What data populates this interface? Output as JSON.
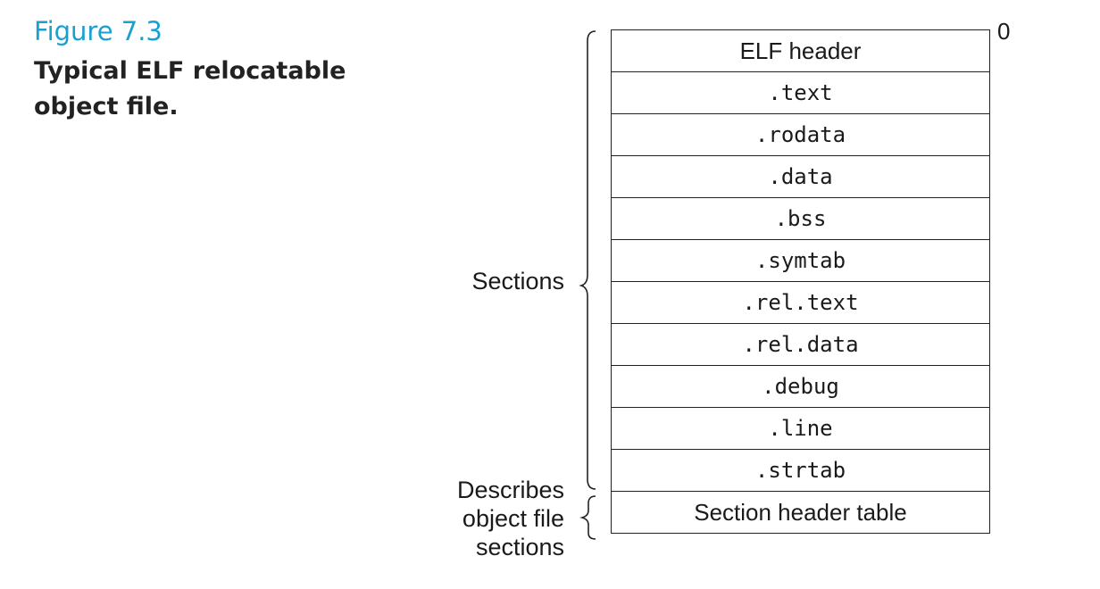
{
  "figure": {
    "label": "Figure 7.3",
    "caption_lines": [
      "Typical ELF relocatable",
      "object file."
    ]
  },
  "diagram": {
    "offset_label": "0",
    "rows": [
      {
        "text": "ELF header",
        "mono": false
      },
      {
        "text": ".text",
        "mono": true
      },
      {
        "text": ".rodata",
        "mono": true
      },
      {
        "text": ".data",
        "mono": true
      },
      {
        "text": ".bss",
        "mono": true
      },
      {
        "text": ".symtab",
        "mono": true
      },
      {
        "text": ".rel.text",
        "mono": true
      },
      {
        "text": ".rel.data",
        "mono": true
      },
      {
        "text": ".debug",
        "mono": true
      },
      {
        "text": ".line",
        "mono": true
      },
      {
        "text": ".strtab",
        "mono": true
      },
      {
        "text": "Section header table",
        "mono": false
      }
    ],
    "brace_sections_label": "Sections",
    "brace_describes_lines": [
      "Describes",
      "object file",
      "sections"
    ]
  }
}
